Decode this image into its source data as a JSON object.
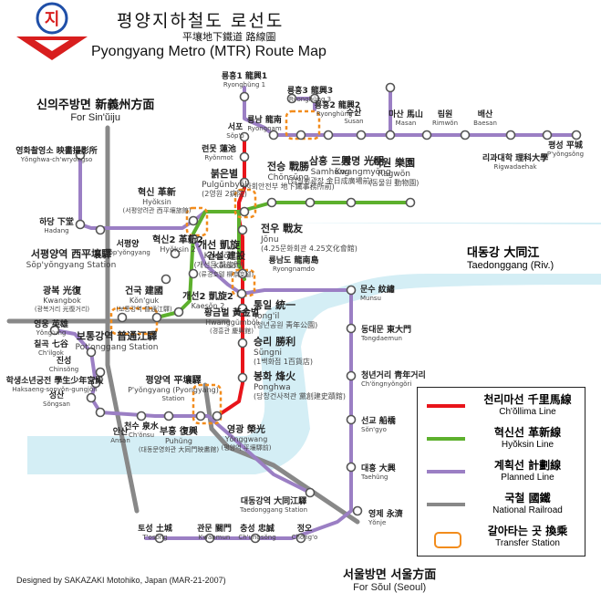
{
  "header": {
    "title_ko": "평양지하철도 로선도",
    "title_cjk": "平壤地下鐵道 路線圖",
    "title_en": "Pyongyang Metro (MTR) Route Map"
  },
  "credit": "Designed by SAKAZAKI Motohiko, Japan (MAR-21-2007)",
  "directions": {
    "north": {
      "ko": "신의주방면 新義州方面",
      "en": "For Sin'ŭiju"
    },
    "south": {
      "ko": "서울방면 서울方面",
      "en": "For Sŏul (Seoul)"
    }
  },
  "river": {
    "ko": "대동강 大同江",
    "en": "Taedonggang (Riv.)"
  },
  "legend": {
    "items": [
      {
        "ko": "천리마선 千里馬線",
        "en": "Ch'ŏllima Line",
        "color": "#e8141a"
      },
      {
        "ko": "혁신선 革新線",
        "en": "Hyŏksin Line",
        "color": "#5db02d"
      },
      {
        "ko": "계획선 計劃線",
        "en": "Planned Line",
        "color": "#9b7fc4"
      },
      {
        "ko": "국철 國鐵",
        "en": "National Railroad",
        "color": "#888888"
      },
      {
        "ko": "갈아타는 곳 換乘",
        "en": "Transfer Station",
        "color": "#f28c1c"
      }
    ]
  },
  "lines": {
    "chollima": {
      "color": "#e8141a"
    },
    "hyoksin": {
      "color": "#5db02d"
    },
    "planned": {
      "color": "#9b7fc4"
    },
    "rail": {
      "color": "#888888"
    },
    "river": {
      "color": "#d4eef5"
    },
    "transfer": {
      "color": "#f28c1c"
    }
  },
  "stations": [
    {
      "ko": "붉은별",
      "sub": "Pulgŭnbyŏl",
      "sub2": "(2영원 2病院)"
    },
    {
      "ko": "전승 戰勝",
      "sub": "Chŏnsŭng",
      "sub2": "(사회안전부 地下鐵事務所前)"
    },
    {
      "ko": "삼흥 三興",
      "sub": "Samhŭng",
      "sub2": "(김일성광장 金日成廣場前)"
    },
    {
      "ko": "광명 光明",
      "sub": "Kwangmyŏng"
    },
    {
      "ko": "락원 樂園",
      "sub": "Ragwŏn",
      "sub2": "(동물원 動物園)"
    },
    {
      "ko": "전우 戰友",
      "sub": "Jŏnu",
      "sub2": "(4.25문화회관 4.25文化會館)"
    },
    {
      "ko": "개선 凱旋",
      "sub": "Kaesŏn",
      "sub2": "(개선문 凱旋門)"
    },
    {
      "ko": "통일 統一",
      "sub": "Tong'il",
      "sub2": "(청년공원 靑年公園)"
    },
    {
      "ko": "승리 勝利",
      "sub": "Sŭngni",
      "sub2": "(1백화점 1百貨店)"
    },
    {
      "ko": "봉화 烽火",
      "sub": "Ponghwa",
      "sub2": "(당창건사적관 黨創建史蹟館)"
    },
    {
      "ko": "영광 榮光",
      "sub": "Yŏnggwang",
      "sub2": "(평양역 平壤驛前)"
    },
    {
      "ko": "부흥 復興",
      "sub": "Puhŭng",
      "sub2": "(대동문영화관 大同門映畵館)"
    },
    {
      "ko": "혁신 革新",
      "sub": "Hyŏksin",
      "sub2": "(서평양려관 西平壤旅館)"
    },
    {
      "ko": "혁신2 革新2",
      "sub": "Hyŏksin 2"
    },
    {
      "ko": "서평양",
      "sub": "Sŏp'yŏngyang"
    },
    {
      "ko": "건설 建設",
      "sub": "Kŏnsŏl",
      "sub2": "(류경호텔 柳京호텔)"
    },
    {
      "ko": "개선2 凱旋2",
      "sub": "Kaesŏn 2"
    },
    {
      "ko": "건국 建國",
      "sub": "Kŏn'guk",
      "sub2": "(보통강역 普通江驛)"
    },
    {
      "ko": "황금벌 黃金벌",
      "sub": "Hwanggŭmbŏl",
      "sub2": "(경흥관 慶興館)"
    },
    {
      "ko": "광복 光復",
      "sub": "Kwangbok",
      "sub2": "(광복거리 光復거리)"
    },
    {
      "ko": "룡흥1 龍興1",
      "sub": "Ryonghŭng 1"
    },
    {
      "ko": "룡흥3 龍興3",
      "sub": "Ryonghŭng 3"
    },
    {
      "ko": "룡흥2 龍興2",
      "sub": "Ryonghŭng 2"
    },
    {
      "ko": "룡남 龍南",
      "sub": "Ryongnam"
    },
    {
      "ko": "수산",
      "sub": "Susan"
    },
    {
      "ko": "마산 馬山",
      "sub": "Masan"
    },
    {
      "ko": "림원",
      "sub": "Rimwŏn"
    },
    {
      "ko": "배산",
      "sub": "Baesan"
    },
    {
      "ko": "서포",
      "sub": "Sŏp'o"
    },
    {
      "ko": "련못 蓮池",
      "sub": "Ryŏnmot"
    },
    {
      "ko": "평성 平城",
      "sub": "P'yŏngsŏng"
    },
    {
      "ko": "리과대학 理科大學",
      "sub": "Rigwadaehak"
    },
    {
      "ko": "영화촬영소 映畵撮影所",
      "sub": "Yŏnghwa-ch'wryongso"
    },
    {
      "ko": "하당 下堂",
      "sub": "Hadang"
    },
    {
      "ko": "서평양역 西平壤驛",
      "sub": "Sŏp'yŏngyang Station"
    },
    {
      "ko": "보통강역 普通江驛",
      "sub": "Pot'onggang Station"
    },
    {
      "ko": "영웅 英雄",
      "sub": "Yŏng'ung"
    },
    {
      "ko": "칠곡 七谷",
      "sub": "Ch'ilgok"
    },
    {
      "ko": "진성",
      "sub": "Chinsŏng"
    },
    {
      "ko": "학생소년궁전 學生少年宮殿",
      "sub": "Haksaeng-sonyŏn-gungjŏn"
    },
    {
      "ko": "성산",
      "sub": "Sŏngsan"
    },
    {
      "ko": "안산",
      "sub": "Ansan"
    },
    {
      "ko": "평양역 平壤驛",
      "sub": "P'yŏngyang (Pyongyang)",
      "sub2": "Station"
    },
    {
      "ko": "천수 泉水",
      "sub": "Ch'ŏnsu"
    },
    {
      "ko": "룡남도 龍南島",
      "sub": "Ryongnamdo"
    },
    {
      "ko": "문수 紋繡",
      "sub": "Munsu"
    },
    {
      "ko": "동대문 東大門",
      "sub": "Tongdaemun"
    },
    {
      "ko": "청년거리 靑年거리",
      "sub": "Ch'ŏngnyŏngŏri"
    },
    {
      "ko": "선교 船橋",
      "sub": "Sŏn'gyo"
    },
    {
      "ko": "대흥 大興",
      "sub": "Taehŭng"
    },
    {
      "ko": "영제 永濟",
      "sub": "Yŏnje"
    },
    {
      "ko": "대동강역 大同江驛",
      "sub": "Taedonggang Station"
    },
    {
      "ko": "토성 土城",
      "sub": "T'osŏng"
    },
    {
      "ko": "관문 關門",
      "sub": "Kwanmun"
    },
    {
      "ko": "충성 忠誠",
      "sub": "Ch'ungsŏng"
    },
    {
      "ko": "정오",
      "sub": "Chŏng'o"
    }
  ]
}
